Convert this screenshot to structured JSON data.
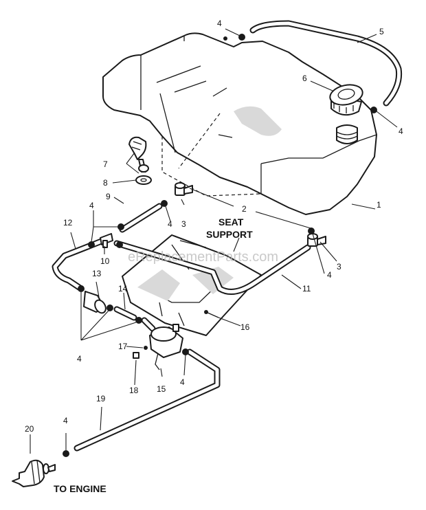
{
  "watermark": "eReplacementParts.com",
  "labels": {
    "seat_support_line1": "SEAT",
    "seat_support_line2": "SUPPORT",
    "to_engine": "TO ENGINE"
  },
  "callouts": {
    "c1": "1",
    "c2": "2",
    "c3a": "3",
    "c3b": "3",
    "c4a": "4",
    "c4b": "4",
    "c4c": "4",
    "c4d": "4",
    "c4e": "4",
    "c4f": "4",
    "c4g": "4",
    "c4h": "4",
    "c5": "5",
    "c6": "6",
    "c7": "7",
    "c8": "8",
    "c9": "9",
    "c10": "10",
    "c11": "11",
    "c12": "12",
    "c13": "13",
    "c14": "14",
    "c15": "15",
    "c16": "16",
    "c17": "17",
    "c18": "18",
    "c19": "19",
    "c20": "20"
  }
}
